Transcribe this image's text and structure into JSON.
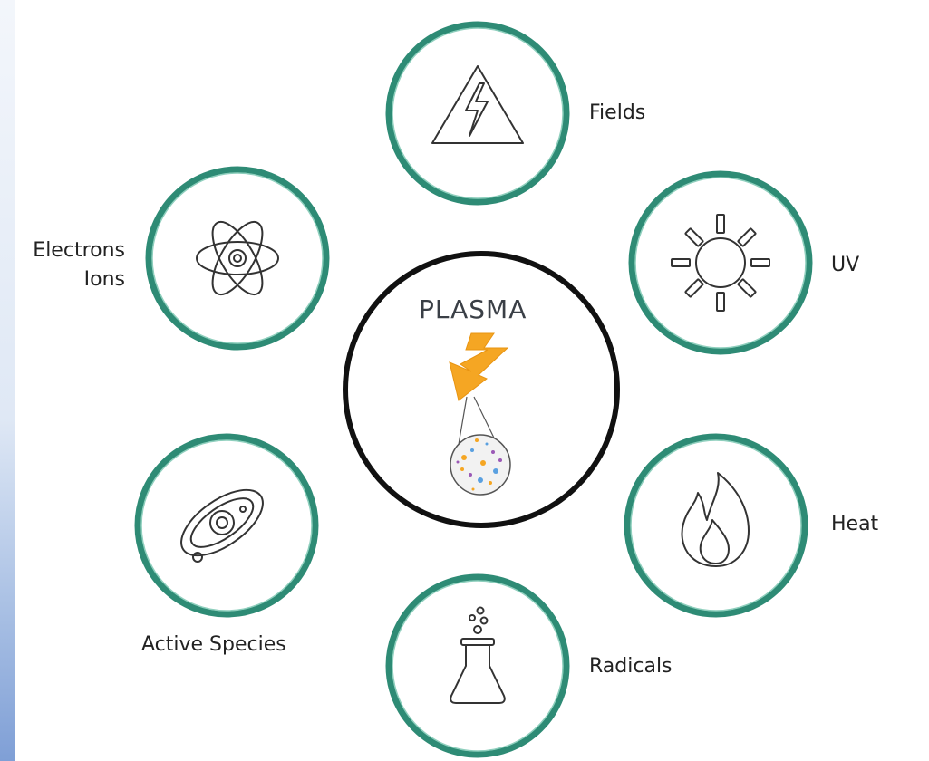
{
  "core": {
    "title": "PLASMA"
  },
  "nodes": {
    "fields": {
      "label": "Fields",
      "icon": "high-voltage-warning-icon"
    },
    "uv": {
      "label": "UV",
      "icon": "sun-icon"
    },
    "heat": {
      "label": "Heat",
      "icon": "flame-icon"
    },
    "radicals": {
      "label": "Radicals",
      "icon": "flask-icon"
    },
    "active_species": {
      "label": "Active Species",
      "icon": "orbit-icon"
    },
    "electrons_ions": {
      "label_line1": "Electrons",
      "label_line2": "Ions",
      "icon": "atom-icon"
    }
  },
  "colors": {
    "ring": "#2e8b75",
    "core_ring": "#111111",
    "bolt": "#f5a623",
    "particle_orange": "#f5a623",
    "particle_blue": "#5aa0e0",
    "particle_purple": "#9b59b6"
  }
}
